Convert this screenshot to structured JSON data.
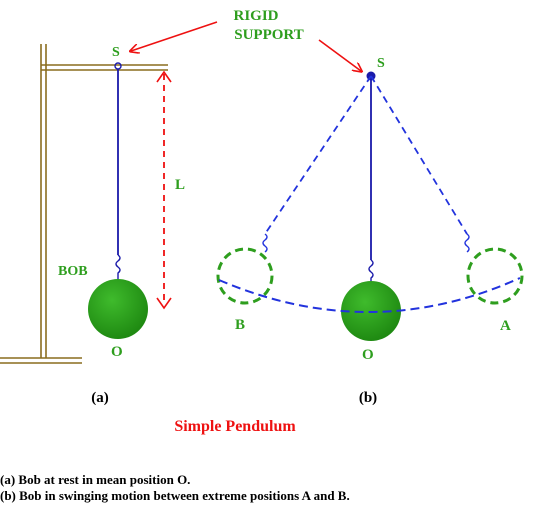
{
  "labels": {
    "rigid_support": [
      "RIGID",
      "SUPPORT"
    ],
    "point_s": "S",
    "length": "L",
    "bob": "BOB",
    "point_o": "O",
    "point_a": "A",
    "point_b": "B",
    "panel_a": "(a)",
    "panel_b": "(b)"
  },
  "title": "Simple Pendulum",
  "captions": {
    "a": "(a) Bob at rest in mean position O.",
    "b": "(b) Bob in swinging motion between extreme positions A and B."
  },
  "colors": {
    "stand": "#8a6d1f",
    "string": "#1a1aaa",
    "bob": "#2e9e1e",
    "labels": "#2e9e1e",
    "annotation": "#ee1111",
    "swing_path": "#2233dd"
  }
}
